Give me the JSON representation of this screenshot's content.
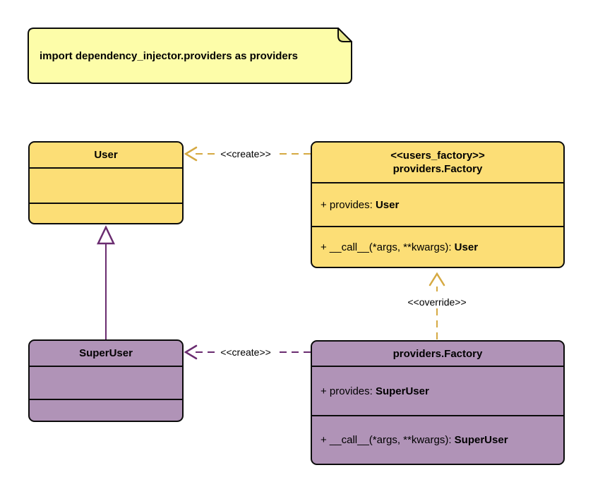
{
  "note": {
    "text": "import dependency_injector.providers as providers"
  },
  "classes": {
    "user": {
      "title": "User"
    },
    "users_factory": {
      "stereotype": "<<users_factory>>",
      "title": "providers.Factory",
      "attribute_prefix": "+ provides: ",
      "attribute_type": "User",
      "method_prefix": "+ __call__(*args, **kwargs): ",
      "method_type": "User"
    },
    "superuser": {
      "title": "SuperUser"
    },
    "superuser_factory": {
      "title": "providers.Factory",
      "attribute_prefix": "+ provides: ",
      "attribute_type": "SuperUser",
      "method_prefix": "+ __call__(*args, **kwargs): ",
      "method_type": "SuperUser"
    }
  },
  "edges": {
    "create_top": "<<create>>",
    "create_bottom": "<<create>>",
    "override": "<<override>>"
  },
  "colors": {
    "class_yellow": "#FCDE76",
    "class_purple": "#B093B7",
    "note_yellow": "#FDFDA9",
    "note_fold": "#E9E98F",
    "arrow_gold": "#D5A942",
    "arrow_purple": "#6A2C70",
    "border_black": "#0B0B0B"
  }
}
